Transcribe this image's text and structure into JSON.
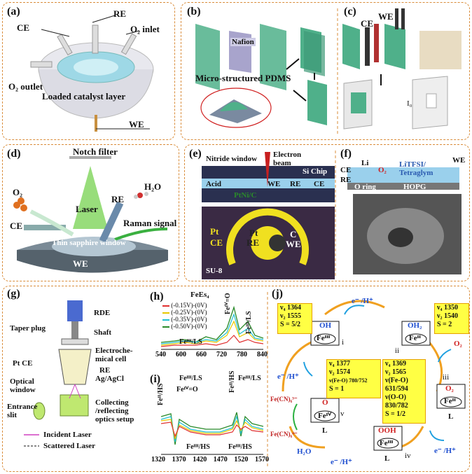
{
  "panels": {
    "a": {
      "label": "(a)",
      "ce": "CE",
      "re": "RE",
      "o2_inlet": "O₂ inlet",
      "o2_outlet": "O₂ outlet",
      "catalyst": "Loaded catalyst layer",
      "we": "WE"
    },
    "b": {
      "label": "(b)",
      "nafion": "Nafion",
      "pdms": "Micro-structured PDMS"
    },
    "c": {
      "label": "(c)",
      "ce": "CE",
      "we": "WE",
      "i0": "I₀"
    },
    "d": {
      "label": "(d)",
      "notch": "Notch filter",
      "o2": "O₂",
      "re": "RE",
      "h2o": "H₂O",
      "laser": "Laser",
      "raman": "Raman signal",
      "ce": "CE",
      "window": "Thin sapphire window",
      "we": "WE"
    },
    "e": {
      "label": "(e)",
      "nitride": "Nitride window",
      "electron": "Electron",
      "beam": "beam",
      "chip": "Si Chip",
      "acid": "Acid",
      "we": "WE",
      "re": "RE",
      "ce": "CE",
      "catalyst": "PtNi/C",
      "pt_ce": "Pt",
      "pt_ce2": "CE",
      "pt_re": "Pt",
      "pt_re2": "RE",
      "c_we": "C",
      "c_we2": "WE",
      "su8": "SU-8"
    },
    "f": {
      "label": "(f)",
      "li": "Li",
      "o2": "O₂",
      "lit": "LiTFSI/",
      "tetra": "Tetraglym",
      "ce": "CE",
      "re": "RE",
      "we": "WE",
      "oring": "O ring",
      "hopg": "HOPG"
    },
    "g": {
      "label": "(g)",
      "rde": "RDE",
      "taper": "Taper plug",
      "shaft": "Shaft",
      "cell": "Electroche-",
      "cell2": "mical cell",
      "ptce": "Pt CE",
      "re": "RE",
      "agcl": "Ag/AgCl",
      "optical": "Optical",
      "window": "window",
      "collect": "Collecting",
      "reflect": "/reflecting",
      "optics": "optics setup",
      "entrance": "Entrance",
      "slit": "slit",
      "incident": "Incident Laser",
      "scattered": "Scattered Laser"
    },
    "h": {
      "label": "(h)",
      "title": "FeEs₄",
      "legend": [
        "(-0.15V)-(0V)",
        "(-0.25V)-(0V)",
        "(-0.35V)-(0V)",
        "(-0.50V)-(0V)"
      ],
      "legend_colors": [
        "#e03030",
        "#e8c800",
        "#20c0d0",
        "#2a8a2a"
      ],
      "ticks": [
        "540",
        "600",
        "660",
        "720",
        "780",
        "840"
      ],
      "ann1": "Feᴵⱽ=O",
      "ann2": "Feᴵᴵᴵ/LS",
      "ann3": "Feᴵᴵᴵ/LS"
    },
    "i": {
      "label": "(i)",
      "ticks": [
        "1320",
        "1370",
        "1420",
        "1470",
        "1520",
        "1570"
      ],
      "ann1": "Feᴵᴵ/HS",
      "ann2": "Feᴵᴵᴵ/LS",
      "ann3": "Feᴵⱽ=O",
      "ann4": "Feᴵᴵ/HS",
      "ann5": "Feᴵᴵᴵ/LS",
      "ann6": "Feᴵᴵᴵ/HS",
      "ann7": "Feᴵᴵᴵ/HS"
    },
    "j": {
      "label": "(j)",
      "box1": [
        "ν₄ 1364",
        "ν₂ 1555",
        "S = 5/2"
      ],
      "box2": [
        "ν₄ 1350",
        "ν₂ 1540",
        "S = 2"
      ],
      "box3": [
        "ν₄ 1377",
        "ν₂ 1574",
        "ν(Fe-O) 780/752",
        "S = 1"
      ],
      "box4": [
        "ν₄ 1369",
        "ν₂ 1565",
        "ν(Fe-O)",
        "631/594",
        "ν(O-O)",
        "830/782",
        "S = 1/2"
      ],
      "states": [
        "i",
        "ii",
        "iii",
        "iv",
        "v"
      ],
      "fe3": "Feᴵᴵᴵ",
      "fe2": "Feᴵᴵ",
      "fe4": "Feᴵⱽ",
      "oh": "OH",
      "oh2": "OH₂",
      "o2": "O₂",
      "ooh": "OOH",
      "o": "O",
      "l": "L",
      "e_h": "e⁻ /H⁺",
      "o2_in": "O₂",
      "h2o": "H₂O",
      "fecn3": "Fe(CN)₆³⁻",
      "fecn4": "Fe(CN)₆⁴⁻"
    }
  }
}
